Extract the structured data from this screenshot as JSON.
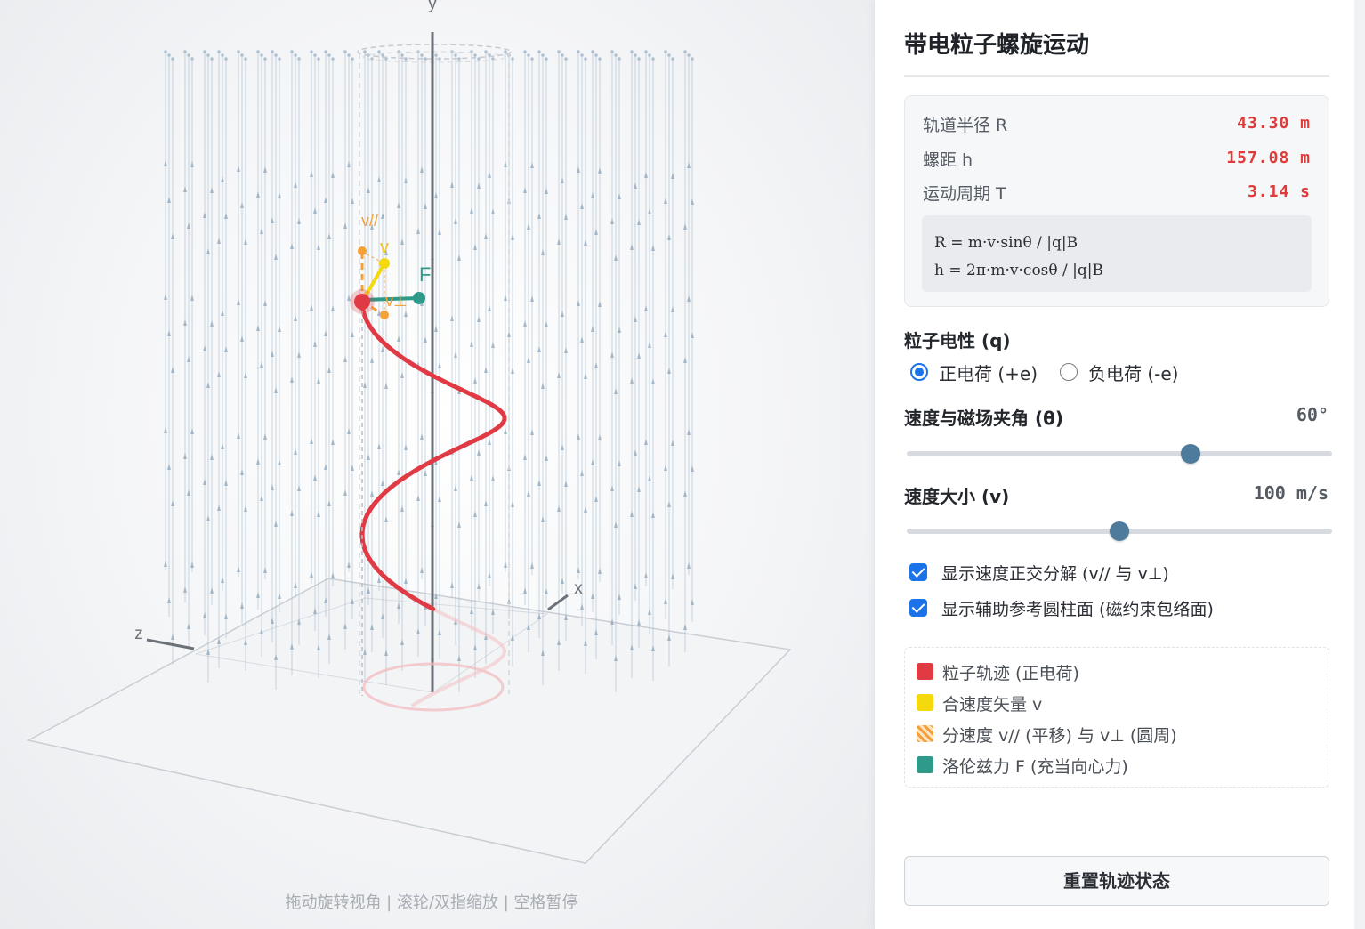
{
  "viewport": {
    "hint": "拖动旋转视角 | 滚轮/双指缩放 | 空格暂停",
    "axis_labels": {
      "x": "x",
      "y": "y",
      "z": "z"
    },
    "vector_labels": {
      "v_parallel": "v//",
      "v": "v",
      "v_perp": "v⊥",
      "force": "F"
    },
    "colors": {
      "trajectory": "#e03a45",
      "velocity": "#f5c518",
      "components": "#f5a13a",
      "force": "#2e9a8a",
      "field_lines": "#9fb6c8"
    }
  },
  "panel": {
    "title": "带电粒子螺旋运动",
    "stats": {
      "radius_label": "轨道半径 R",
      "radius_value": "43.30 m",
      "pitch_label": "螺距 h",
      "pitch_value": "157.08 m",
      "period_label": "运动周期 T",
      "period_value": "3.14 s"
    },
    "formulas": {
      "line1": "R = m·v·sinθ / |q|B",
      "line2": "h = 2π·m·v·cosθ / |q|B"
    },
    "charge": {
      "label": "粒子电性 (q)",
      "options": [
        "正电荷 (+e)",
        "负电荷 (-e)"
      ],
      "selected": "正电荷 (+e)"
    },
    "angle": {
      "label": "速度与磁场夹角 (θ)",
      "display": "60°",
      "value": 60,
      "min": 0,
      "max": 90
    },
    "speed": {
      "label": "速度大小 (v)",
      "display": "100 m/s",
      "level": 0.5
    },
    "checkboxes": {
      "decompose": {
        "label": "显示速度正交分解 (v// 与 v⊥)",
        "checked": true
      },
      "cylinder": {
        "label": "显示辅助参考圆柱面 (磁约束包络面)",
        "checked": true
      }
    },
    "legend": [
      {
        "label": "粒子轨迹 (正电荷)",
        "color": "#e03a45"
      },
      {
        "label": "合速度矢量 v",
        "color": "#f5d90f"
      },
      {
        "label": "分速度 v// (平移) 与 v⊥ (圆周)",
        "color": "#f5a13a"
      },
      {
        "label": "洛伦兹力 F (充当向心力)",
        "color": "#2e9a8a"
      }
    ],
    "reset_button": "重置轨迹状态"
  }
}
